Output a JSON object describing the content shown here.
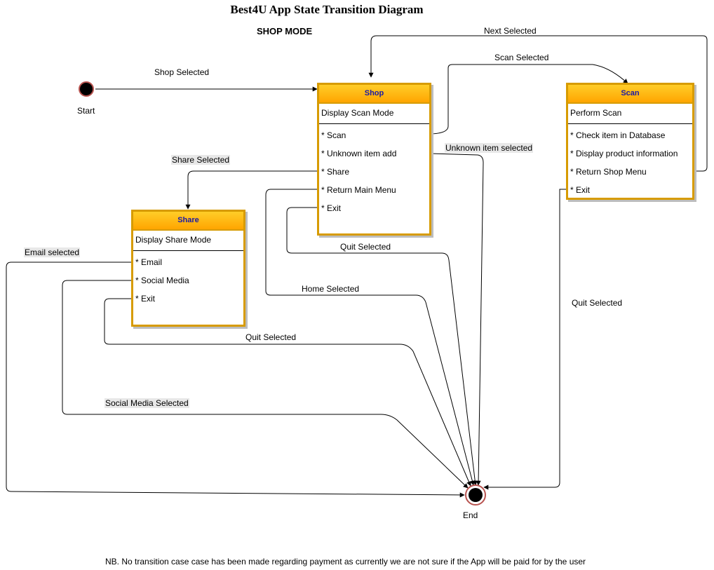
{
  "title": "Best4U App State Transition Diagram",
  "subtitle": "SHOP MODE",
  "start_label": "Start",
  "end_label": "End",
  "states": {
    "shop": {
      "header": "Shop",
      "subtitle": "Display Scan Mode",
      "items": [
        "* Scan",
        "* Unknown item add",
        "* Share",
        "* Return Main Menu",
        "* Exit"
      ]
    },
    "scan": {
      "header": "Scan",
      "subtitle": "Perform Scan",
      "items": [
        "* Check item in Database",
        "* Display product  information",
        "* Return Shop Menu",
        "* Exit"
      ]
    },
    "share": {
      "header": "Share",
      "subtitle": "Display Share Mode",
      "items": [
        "* Email",
        "* Social Media",
        "* Exit"
      ]
    }
  },
  "transitions": {
    "shop_selected": "Shop Selected",
    "next_selected": "Next Selected",
    "scan_selected": "Scan Selected",
    "unknown_item_selected": "Unknown item selected",
    "share_selected": "Share Selected",
    "quit_shop": "Quit Selected",
    "home_selected": "Home Selected",
    "quit_scan": "Quit Selected",
    "email_selected": "Email selected",
    "quit_share": "Quit Selected",
    "social_media_selected": "Social Media Selected"
  },
  "note": "NB. No transition case case has been made regarding payment as currently we are not sure if the App will be paid for by the user"
}
